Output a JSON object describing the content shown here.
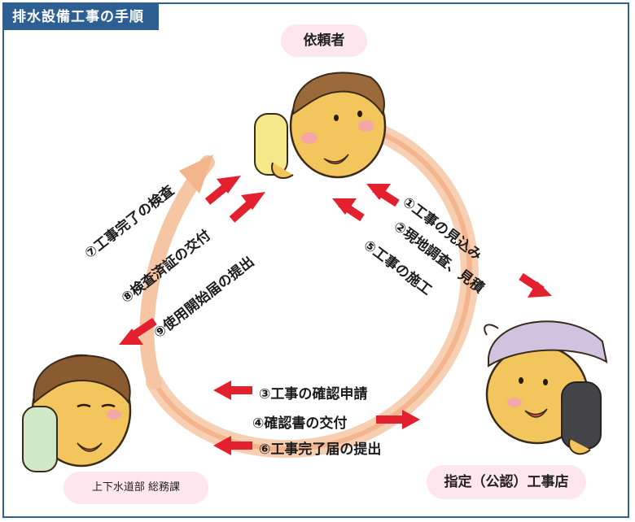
{
  "title": "排水設備工事の手順",
  "parties": {
    "requester": "依頼者",
    "contractor": "指定（公認）工事店",
    "office": "上下水道部 総務課"
  },
  "steps": {
    "s1": "①工事の見込み",
    "s2": "②現地調査、見積",
    "s3": "③工事の確認申請",
    "s4": "④確認書の交付",
    "s5": "⑤工事の施工",
    "s6": "⑥工事完了届の提出",
    "s7": "⑦工事完了の検査",
    "s8": "⑧検査済証の交付",
    "s9": "⑨使用開始届の提出"
  },
  "colors": {
    "accent": "#2d5f93",
    "arrow": "#e3202e",
    "cycle": "#f4b48c",
    "face": "#f2c65c",
    "label_bg": "#fde6ee"
  }
}
